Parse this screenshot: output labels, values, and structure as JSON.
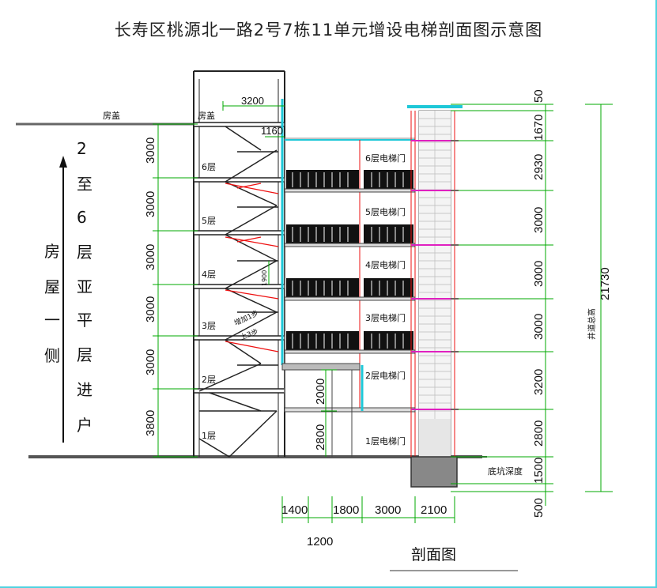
{
  "title": "长寿区桃源北一路2号7栋11单元增设电梯剖面图示意图",
  "caption": "剖面图",
  "roof_label_left": "房盖",
  "roof_label_stair": "房盖",
  "side_note_col1": [
    "房",
    "屋",
    "一",
    "侧"
  ],
  "side_note_col2": [
    "2",
    "至",
    "6",
    "层",
    "亚",
    "平",
    "层",
    "进",
    "户"
  ],
  "floor_labels": [
    "6层",
    "5层",
    "4层",
    "3层",
    "2层",
    "1层"
  ],
  "elevator_doors": [
    "6层电梯门",
    "5层电梯门",
    "4层电梯门",
    "3层电梯门",
    "2层电梯门",
    "1层电梯门"
  ],
  "left_dims": [
    "3000",
    "3000",
    "3000",
    "3000",
    "3000",
    "3800"
  ],
  "right_dims": [
    "50",
    "1670",
    "2930",
    "3000",
    "3000",
    "3000",
    "3200",
    "2800",
    "1500",
    "500"
  ],
  "total_dim": "21730",
  "total_label": "井道总高",
  "pit_label": "底坑深度",
  "top_dims": {
    "roof_width": "3200",
    "corridor": "1160"
  },
  "inner_dims": {
    "stair_2000": "2000",
    "stair_2800": "2800",
    "note_1900": "1900"
  },
  "stair_notes": [
    "增加1步",
    "上3步"
  ],
  "bottom_dims": [
    "1400",
    "1800",
    "3000",
    "2100"
  ],
  "bottom_dim_lower": "1200"
}
